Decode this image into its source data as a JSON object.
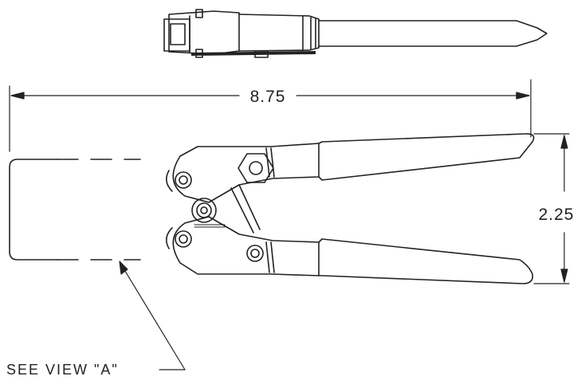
{
  "drawing": {
    "dimensions": {
      "overall_length": "8.75",
      "handle_spread": "2.25"
    },
    "callout": "SEE VIEW \"A\""
  }
}
